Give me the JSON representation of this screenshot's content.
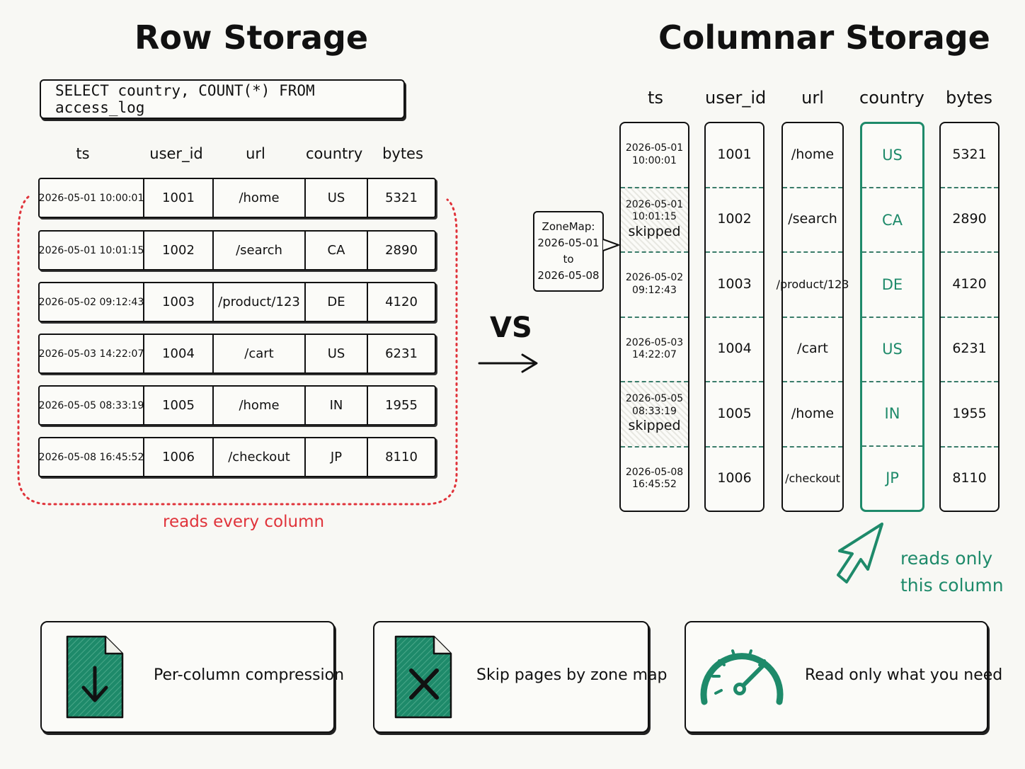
{
  "row_storage": {
    "title": "Row Storage",
    "query": "SELECT country, COUNT(*) FROM access_log",
    "headers": [
      "ts",
      "user_id",
      "url",
      "country",
      "bytes"
    ],
    "rows": [
      [
        "2026-05-01 10:00:01",
        "1001",
        "/home",
        "US",
        "5321"
      ],
      [
        "2026-05-01 10:01:15",
        "1002",
        "/search",
        "CA",
        "2890"
      ],
      [
        "2026-05-02 09:12:43",
        "1003",
        "/product/123",
        "DE",
        "4120"
      ],
      [
        "2026-05-03 14:22:07",
        "1004",
        "/cart",
        "US",
        "6231"
      ],
      [
        "2026-05-05 08:33:19",
        "1005",
        "/home",
        "IN",
        "1955"
      ],
      [
        "2026-05-08 16:45:52",
        "1006",
        "/checkout",
        "JP",
        "8110"
      ]
    ],
    "note": "reads every column"
  },
  "vs_label": "VS",
  "columnar_storage": {
    "title": "Columnar Storage",
    "columns": [
      {
        "name": "ts",
        "values": [
          [
            "2026-05-01",
            "10:00:01",
            ""
          ],
          [
            "2026-05-01",
            "10:01:15",
            "skipped"
          ],
          [
            "2026-05-02",
            "09:12:43",
            ""
          ],
          [
            "2026-05-03",
            "14:22:07",
            ""
          ],
          [
            "2026-05-05",
            "08:33:19",
            "skipped"
          ],
          [
            "2026-05-08",
            "16:45:52",
            ""
          ]
        ]
      },
      {
        "name": "user_id",
        "values": [
          "1001",
          "1002",
          "1003",
          "1004",
          "1005",
          "1006"
        ]
      },
      {
        "name": "url",
        "values": [
          "/home",
          "/search",
          "/product/123",
          "/cart",
          "/home",
          "/checkout"
        ]
      },
      {
        "name": "country",
        "values": [
          "US",
          "CA",
          "DE",
          "US",
          "IN",
          "JP"
        ]
      },
      {
        "name": "bytes",
        "values": [
          "5321",
          "2890",
          "4120",
          "6231",
          "1955",
          "8110"
        ]
      }
    ],
    "zonemap": [
      "ZoneMap:",
      "2026-05-01",
      "to",
      "2026-05-08"
    ],
    "note_line1": "reads only",
    "note_line2": "this column"
  },
  "features": [
    {
      "icon": "file-download-icon",
      "label": "Per-column compression"
    },
    {
      "icon": "file-x-icon",
      "label": "Skip pages by zone map"
    },
    {
      "icon": "speedometer-icon",
      "label": "Read only what you need"
    }
  ],
  "colors": {
    "accent_green": "#1e8a6a",
    "highlight_red": "#e0333a",
    "ink": "#111111"
  }
}
